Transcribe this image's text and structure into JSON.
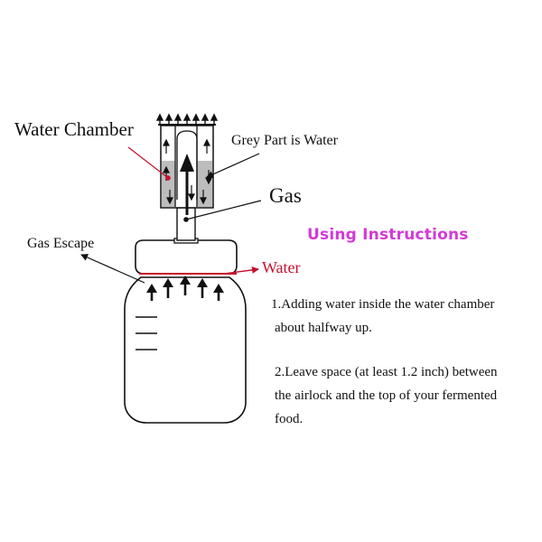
{
  "labels": {
    "water_chamber": "Water Chamber",
    "grey_part": "Grey Part is Water",
    "gas": "Gas",
    "gas_escape": "Gas Escape",
    "water": "Water"
  },
  "heading": "Using Instructions",
  "instructions": {
    "step1": [
      "1.Adding water inside the water chamber",
      "about halfway up."
    ],
    "step2": [
      "2.Leave space (at least 1.2 inch) between",
      "the airlock and the top of your fermented",
      "food."
    ]
  },
  "colors": {
    "heading": "#d33ad6",
    "water_accent": "#c8102e",
    "grey_water": "#bdbdbd",
    "outline": "#111111"
  }
}
